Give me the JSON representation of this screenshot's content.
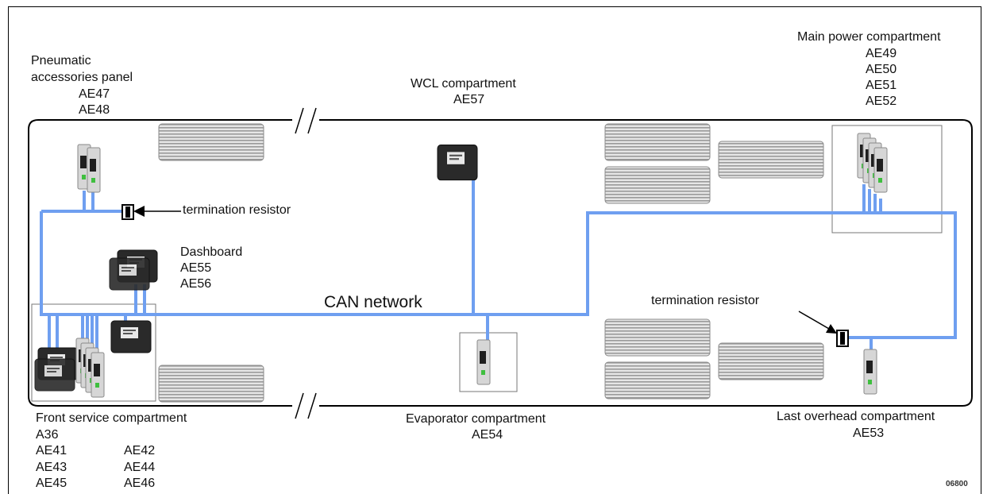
{
  "colors": {
    "bus_outline": "#000000",
    "can_line": "#6f9ff0",
    "vent": "#9a9a9a",
    "module_body": "#d8d8d8",
    "module_panel": "#1f1f1f",
    "led_green": "#3fbf3f"
  },
  "labels": {
    "pneumatic": {
      "title_1": "Pneumatic",
      "title_2": "accessories panel",
      "code_1": "AE47",
      "code_2": "AE48"
    },
    "wcl": {
      "title": "WCL compartment",
      "code": "AE57"
    },
    "main_power": {
      "title": "Main power compartment",
      "code_1": "AE49",
      "code_2": "AE50",
      "code_3": "AE51",
      "code_4": "AE52"
    },
    "termination_top": "termination resistor",
    "termination_right": "termination resistor",
    "dashboard": {
      "title": "Dashboard",
      "code_1": "AE55",
      "code_2": "AE56"
    },
    "can_network": "CAN network",
    "front_service": {
      "title": "Front service compartment",
      "row_1": "A36",
      "row_2a": "AE41",
      "row_2b": "AE42",
      "row_3a": "AE43",
      "row_3b": "AE44",
      "row_4a": "AE45",
      "row_4b": "AE46"
    },
    "evaporator": {
      "title": "Evaporator compartment",
      "code": "AE54"
    },
    "last_overhead": {
      "title": "Last overhead compartment",
      "code": "AE53"
    },
    "figure_code": "06800"
  }
}
